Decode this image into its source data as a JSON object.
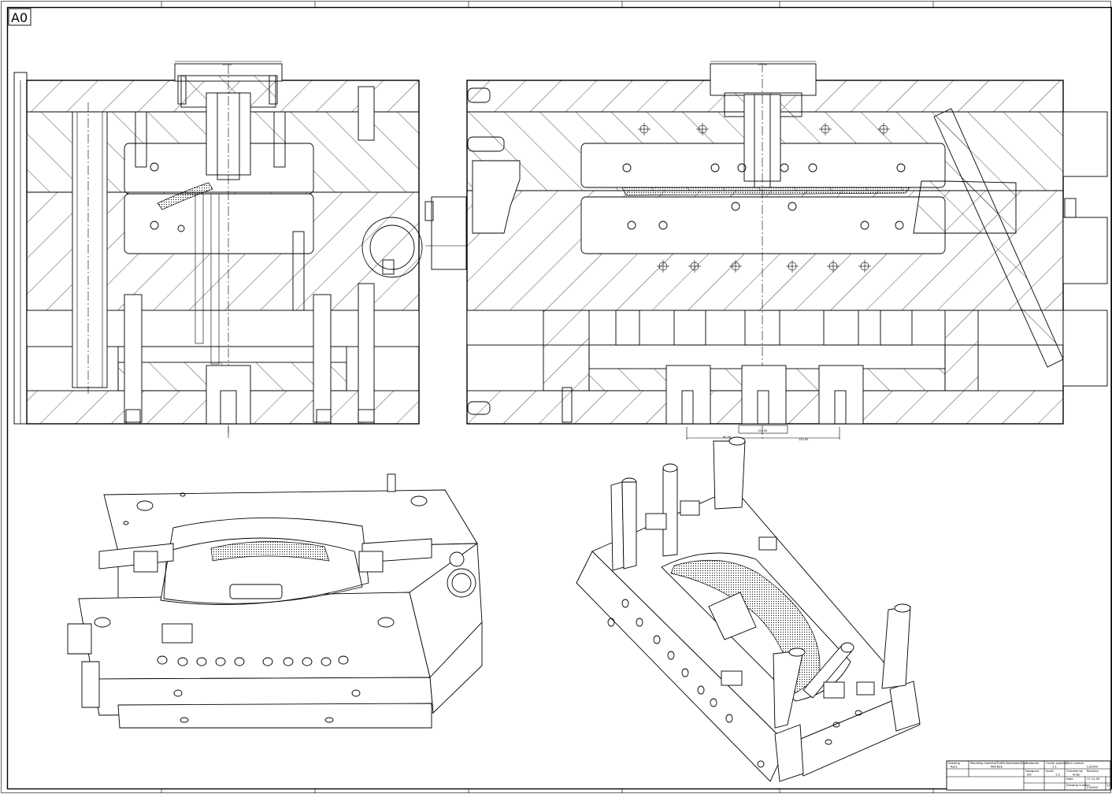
{
  "sheet": {
    "size_label": "A0"
  },
  "title_block": {
    "cells": [
      {
        "key": "drawing",
        "label": "Drawing",
        "value": "Rev1"
      },
      {
        "key": "mould",
        "label": "Moulding material/Traffic/Soliddata/Shell",
        "value": "PA6 B5E"
      },
      {
        "key": "customer",
        "label": "Customer",
        "value": ""
      },
      {
        "key": "cavity",
        "label": "Cavity quantity",
        "value": "1:1"
      },
      {
        "key": "part",
        "label": "Part number",
        "value": "C32990"
      },
      {
        "key": "designed",
        "label": "Designed",
        "value": "DO"
      },
      {
        "key": "scale",
        "label": "Scale",
        "value": "1:3"
      },
      {
        "key": "checked",
        "label": "Checked by",
        "value": "Andy"
      },
      {
        "key": "revision",
        "label": "Revision",
        "value": ""
      },
      {
        "key": "date",
        "label": "Date",
        "value": "17-12-05"
      },
      {
        "key": "drawing_number",
        "label": "Drawing number",
        "value": "C32990"
      },
      {
        "key": "page",
        "label": "",
        "value": "1/2"
      }
    ]
  },
  "dimensions": {
    "left_view_top": "125.00",
    "right_view_top": "125.00",
    "bottom_a": "80.00",
    "bottom_b": "120.00",
    "bottom_c": "120.00"
  }
}
